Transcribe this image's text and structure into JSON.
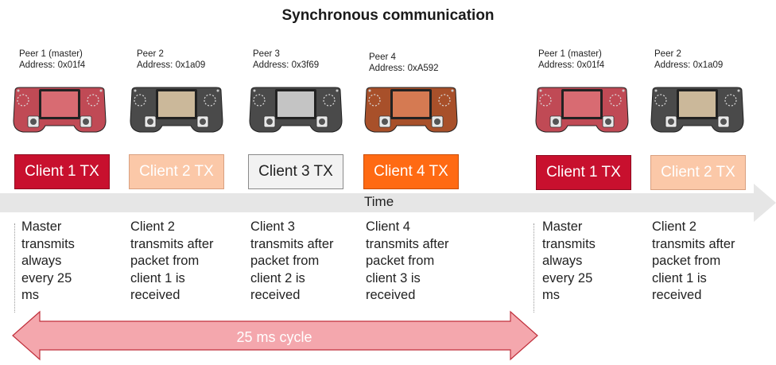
{
  "title": "Synchronous communication",
  "peers": [
    {
      "name": "Peer 1 (master)",
      "address": "Address: 0x01f4",
      "board": "#c04a55",
      "screen": "#d86b72",
      "tx": "Client 1 TX",
      "tx_bg": "#c8102e",
      "tx_fg": "#ffffff",
      "tx_border": "#8e0b20",
      "desc": [
        "Master",
        "transmits",
        "always",
        "every 25",
        "ms"
      ]
    },
    {
      "name": "Peer 2",
      "address": "Address: 0x1a09",
      "board": "#4a4a4a",
      "screen": "#cbb89a",
      "tx": "Client 2 TX",
      "tx_bg": "#fbc8a8",
      "tx_fg": "#ffffff",
      "tx_border": "#d9a080",
      "desc": [
        "Client 2",
        "transmits after",
        "packet from",
        "client 1 is",
        "received"
      ]
    },
    {
      "name": "Peer 3",
      "address": "Address: 0x3f69",
      "board": "#4a4a4a",
      "screen": "#c4c4c4",
      "tx": "Client 3 TX",
      "tx_bg": "#f2f2f2",
      "tx_fg": "#222222",
      "tx_border": "#8a8a8a",
      "desc": [
        "Client 3",
        "transmits after",
        "packet from",
        "client 2 is",
        "received"
      ]
    },
    {
      "name": "Peer 4",
      "address": "Address: 0xA592",
      "board": "#a8502a",
      "screen": "#d57a52",
      "tx": "Client 4 TX",
      "tx_bg": "#ff6a13",
      "tx_fg": "#ffffff",
      "tx_border": "#c94d08",
      "desc": [
        "Client 4",
        "transmits after",
        "packet from",
        "client 3 is",
        "received"
      ]
    },
    {
      "name": "Peer 1 (master)",
      "address": "Address: 0x01f4",
      "board": "#c04a55",
      "screen": "#d86b72",
      "tx": "Client 1 TX",
      "tx_bg": "#c8102e",
      "tx_fg": "#ffffff",
      "tx_border": "#8e0b20",
      "desc": [
        "Master",
        "transmits",
        "always",
        "every 25",
        "ms"
      ]
    },
    {
      "name": "Peer 2",
      "address": "Address: 0x1a09",
      "board": "#4a4a4a",
      "screen": "#cbb89a",
      "tx": "Client 2 TX",
      "tx_bg": "#fbc8a8",
      "tx_fg": "#ffffff",
      "tx_border": "#d9a080",
      "desc": [
        "Client 2",
        "transmits after",
        "packet from",
        "client 1 is",
        "received"
      ]
    }
  ],
  "time_label": "Time",
  "cycle_label": "25 ms cycle",
  "colors": {
    "time_arrow": "#e6e6e6",
    "cycle_arrow": "#f4a7ad",
    "cycle_arrow_stroke": "#c0303c"
  }
}
